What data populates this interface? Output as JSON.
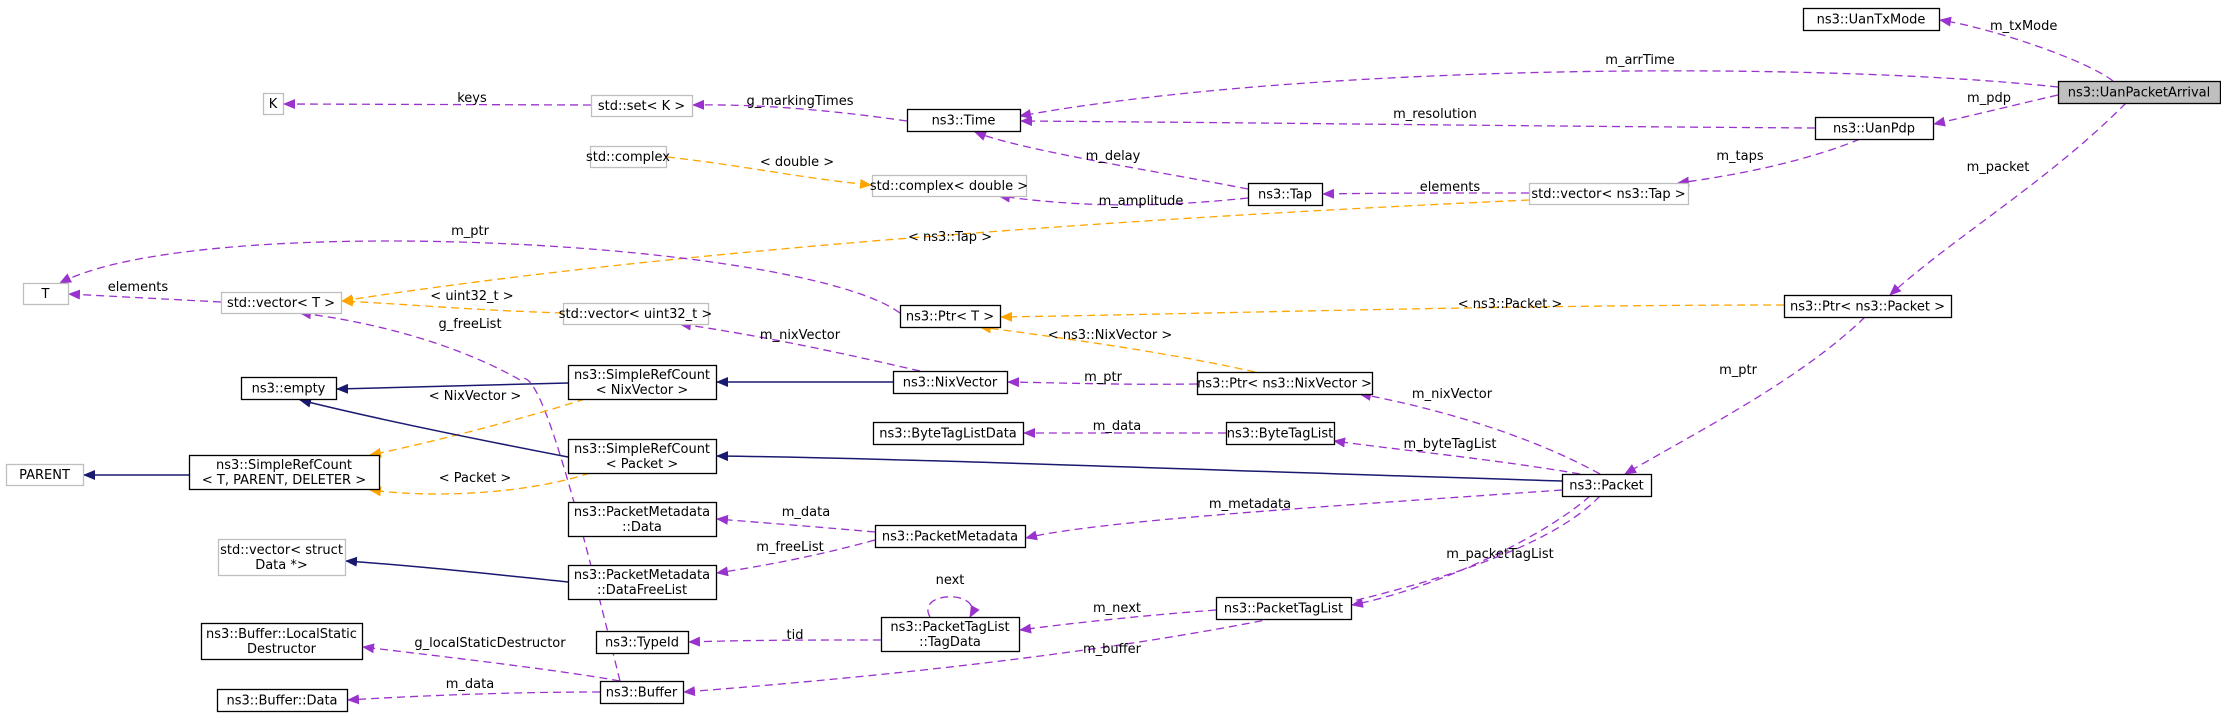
{
  "colors": {
    "usage": "#9a32cd",
    "template": "#ffa500",
    "inheritance": "#191970",
    "highlight_fill": "#bfbfbf",
    "external_border": "#bfbfbf"
  },
  "nodes": [
    {
      "id": "UanTxMode",
      "lines": [
        "ns3::UanTxMode"
      ]
    },
    {
      "id": "UanPacketArrival",
      "lines": [
        "ns3::UanPacketArrival"
      ],
      "highlight": true
    },
    {
      "id": "K",
      "lines": [
        "K"
      ],
      "external": true
    },
    {
      "id": "setK",
      "lines": [
        "std::set< K >"
      ],
      "external": true
    },
    {
      "id": "Time",
      "lines": [
        "ns3::Time"
      ]
    },
    {
      "id": "UanPdp",
      "lines": [
        "ns3::UanPdp"
      ]
    },
    {
      "id": "complex",
      "lines": [
        "std::complex"
      ],
      "external": true
    },
    {
      "id": "complexDouble",
      "lines": [
        "std::complex< double >"
      ],
      "external": true
    },
    {
      "id": "Tap",
      "lines": [
        "ns3::Tap"
      ]
    },
    {
      "id": "vectorTap",
      "lines": [
        "std::vector< ns3::Tap >"
      ],
      "external": true
    },
    {
      "id": "T",
      "lines": [
        "T"
      ],
      "external": true
    },
    {
      "id": "vectorT",
      "lines": [
        "std::vector< T >"
      ],
      "external": true
    },
    {
      "id": "vectorUint",
      "lines": [
        "std::vector< uint32_t >"
      ],
      "external": true
    },
    {
      "id": "PtrT",
      "lines": [
        "ns3::Ptr< T >"
      ]
    },
    {
      "id": "PtrPacket",
      "lines": [
        "ns3::Ptr< ns3::Packet >"
      ]
    },
    {
      "id": "empty",
      "lines": [
        "ns3::empty"
      ]
    },
    {
      "id": "SRCNix",
      "lines": [
        "ns3::SimpleRefCount",
        "< NixVector >"
      ]
    },
    {
      "id": "NixVector",
      "lines": [
        "ns3::NixVector"
      ]
    },
    {
      "id": "PtrNix",
      "lines": [
        "ns3::Ptr< ns3::NixVector >"
      ]
    },
    {
      "id": "ByteTagListData",
      "lines": [
        "ns3::ByteTagListData"
      ]
    },
    {
      "id": "ByteTagList",
      "lines": [
        "ns3::ByteTagList"
      ]
    },
    {
      "id": "PARENT",
      "lines": [
        "PARENT"
      ],
      "external": true
    },
    {
      "id": "SRCGeneric",
      "lines": [
        "ns3::SimpleRefCount",
        "< T, PARENT, DELETER >"
      ]
    },
    {
      "id": "SRCPacket",
      "lines": [
        "ns3::SimpleRefCount",
        "< Packet >"
      ]
    },
    {
      "id": "Packet",
      "lines": [
        "ns3::Packet"
      ]
    },
    {
      "id": "PMData",
      "lines": [
        "ns3::PacketMetadata",
        "::Data"
      ]
    },
    {
      "id": "PacketMetadata",
      "lines": [
        "ns3::PacketMetadata"
      ]
    },
    {
      "id": "vectorData",
      "lines": [
        "std::vector< struct",
        "Data *>"
      ],
      "external": true
    },
    {
      "id": "PMDataFreeList",
      "lines": [
        "ns3::PacketMetadata",
        "::DataFreeList"
      ]
    },
    {
      "id": "PacketTagList",
      "lines": [
        "ns3::PacketTagList"
      ]
    },
    {
      "id": "TagData",
      "lines": [
        "ns3::PacketTagList",
        "::TagData"
      ]
    },
    {
      "id": "TypeId",
      "lines": [
        "ns3::TypeId"
      ]
    },
    {
      "id": "LocalStaticDestructor",
      "lines": [
        "ns3::Buffer::LocalStatic",
        "Destructor"
      ]
    },
    {
      "id": "BufferData",
      "lines": [
        "ns3::Buffer::Data"
      ]
    },
    {
      "id": "Buffer",
      "lines": [
        "ns3::Buffer"
      ]
    }
  ],
  "edges": [
    {
      "kind": "usage",
      "from": "UanTxMode",
      "to": "UanPacketArrival",
      "label": "m_txMode"
    },
    {
      "kind": "usage",
      "from": "Time",
      "to": "UanPacketArrival",
      "label": "m_arrTime"
    },
    {
      "kind": "usage",
      "from": "UanPdp",
      "to": "UanPacketArrival",
      "label": "m_pdp"
    },
    {
      "kind": "usage",
      "from": "PtrPacket",
      "to": "UanPacketArrival",
      "label": "m_packet"
    },
    {
      "kind": "usage",
      "from": "K",
      "to": "setK",
      "label": "keys"
    },
    {
      "kind": "usage",
      "from": "setK",
      "to": "Time",
      "label": "g_markingTimes"
    },
    {
      "kind": "usage",
      "from": "Time",
      "to": "UanPdp",
      "label": "m_resolution"
    },
    {
      "kind": "usage",
      "from": "vectorTap",
      "to": "UanPdp",
      "label": "m_taps"
    },
    {
      "kind": "usage",
      "from": "Time",
      "to": "Tap",
      "label": "m_delay"
    },
    {
      "kind": "usage",
      "from": "complexDouble",
      "to": "Tap",
      "label": "m_amplitude"
    },
    {
      "kind": "template",
      "from": "complex",
      "to": "complexDouble",
      "label": "< double >"
    },
    {
      "kind": "usage",
      "from": "Tap",
      "to": "vectorTap",
      "label": "elements"
    },
    {
      "kind": "template",
      "from": "vectorT",
      "to": "vectorTap",
      "label": "< ns3::Tap >"
    },
    {
      "kind": "usage",
      "from": "T",
      "to": "PtrT",
      "label": "m_ptr"
    },
    {
      "kind": "usage",
      "from": "T",
      "to": "vectorT",
      "label": "elements"
    },
    {
      "kind": "template",
      "from": "vectorT",
      "to": "vectorUint",
      "label": "< uint32_t >"
    },
    {
      "kind": "usage",
      "from": "vectorUint",
      "to": "NixVector",
      "label": "m_nixVector"
    },
    {
      "kind": "template",
      "from": "PtrT",
      "to": "PtrPacket",
      "label": "< ns3::Packet >"
    },
    {
      "kind": "template",
      "from": "PtrT",
      "to": "PtrNix",
      "label": "< ns3::NixVector >"
    },
    {
      "kind": "usage",
      "from": "vectorT",
      "to": "Buffer",
      "label": "g_freeList"
    },
    {
      "kind": "inheritance",
      "from": "empty",
      "to": "SRCNix"
    },
    {
      "kind": "inheritance",
      "from": "SRCNix",
      "to": "NixVector"
    },
    {
      "kind": "usage",
      "from": "NixVector",
      "to": "PtrNix",
      "label": "m_ptr"
    },
    {
      "kind": "template",
      "from": "SRCGeneric",
      "to": "SRCNix",
      "label": "< NixVector >"
    },
    {
      "kind": "usage",
      "from": "PtrNix",
      "to": "Packet",
      "label": "m_nixVector"
    },
    {
      "kind": "usage",
      "from": "ByteTagListData",
      "to": "ByteTagList",
      "label": "m_data"
    },
    {
      "kind": "usage",
      "from": "ByteTagList",
      "to": "Packet",
      "label": "m_byteTagList"
    },
    {
      "kind": "usage",
      "from": "Packet",
      "to": "PtrPacket",
      "label": "m_ptr"
    },
    {
      "kind": "inheritance",
      "from": "PARENT",
      "to": "SRCGeneric"
    },
    {
      "kind": "inheritance",
      "from": "empty",
      "to": "SRCPacket"
    },
    {
      "kind": "template",
      "from": "SRCGeneric",
      "to": "SRCPacket",
      "label": "< Packet >"
    },
    {
      "kind": "inheritance",
      "from": "SRCPacket",
      "to": "Packet"
    },
    {
      "kind": "usage",
      "from": "T",
      "to": "vectorData",
      "label": "elements"
    },
    {
      "kind": "usage",
      "from": "PMData",
      "to": "PacketMetadata",
      "label": "m_data"
    },
    {
      "kind": "usage",
      "from": "PMDataFreeList",
      "to": "PacketMetadata",
      "label": "m_freeList"
    },
    {
      "kind": "usage",
      "from": "PacketMetadata",
      "to": "Packet",
      "label": "m_metadata"
    },
    {
      "kind": "inheritance",
      "from": "vectorData",
      "to": "PMDataFreeList"
    },
    {
      "kind": "usage",
      "from": "PacketTagList",
      "to": "Packet",
      "label": "m_packetTagList"
    },
    {
      "kind": "usage",
      "from": "TagData",
      "to": "PacketTagList",
      "label": "m_next"
    },
    {
      "kind": "usage",
      "from": "TagData",
      "to": "TagData",
      "label": "next"
    },
    {
      "kind": "usage",
      "from": "TypeId",
      "to": "TagData",
      "label": "tid"
    },
    {
      "kind": "usage",
      "from": "LocalStaticDestructor",
      "to": "Buffer",
      "label": "g_localStaticDestructor"
    },
    {
      "kind": "usage",
      "from": "BufferData",
      "to": "Buffer",
      "label": "m_data"
    },
    {
      "kind": "usage",
      "from": "Buffer",
      "to": "Packet",
      "label": "m_buffer"
    }
  ]
}
